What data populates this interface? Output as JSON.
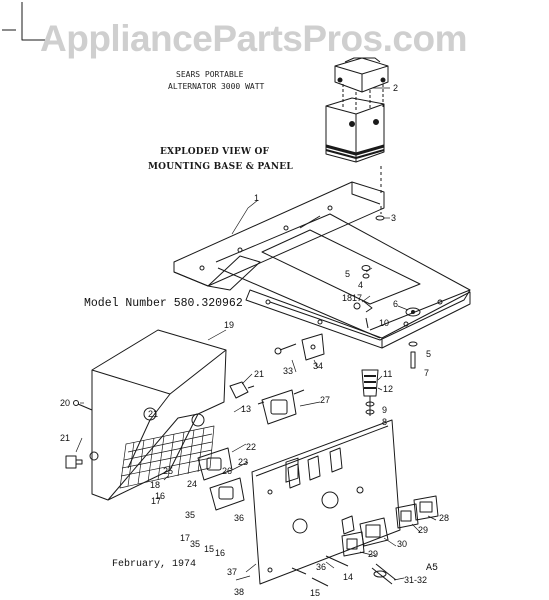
{
  "watermark": "AppliancePartsPros.com",
  "title_lines": [
    "SEARS PORTABLE",
    "ALTERNATOR  3000 WATT"
  ],
  "heading_lines": [
    "EXPLODED VIEW OF",
    "MOUNTING BASE & PANEL"
  ],
  "model_number": "Model Number 580.320962",
  "date": "February, 1974",
  "page_code": "A5",
  "callouts": [
    "1",
    "2",
    "3",
    "4",
    "5",
    "5",
    "6",
    "7",
    "8",
    "9",
    "10",
    "11",
    "12",
    "13",
    "14",
    "15",
    "15",
    "16",
    "16",
    "17",
    "17",
    "17",
    "18",
    "18",
    "19",
    "20",
    "21",
    "21",
    "21",
    "22",
    "23",
    "24",
    "25",
    "26",
    "27",
    "28",
    "29",
    "29",
    "30",
    "31-32",
    "33",
    "34",
    "35",
    "35",
    "36",
    "36",
    "37",
    "38"
  ]
}
